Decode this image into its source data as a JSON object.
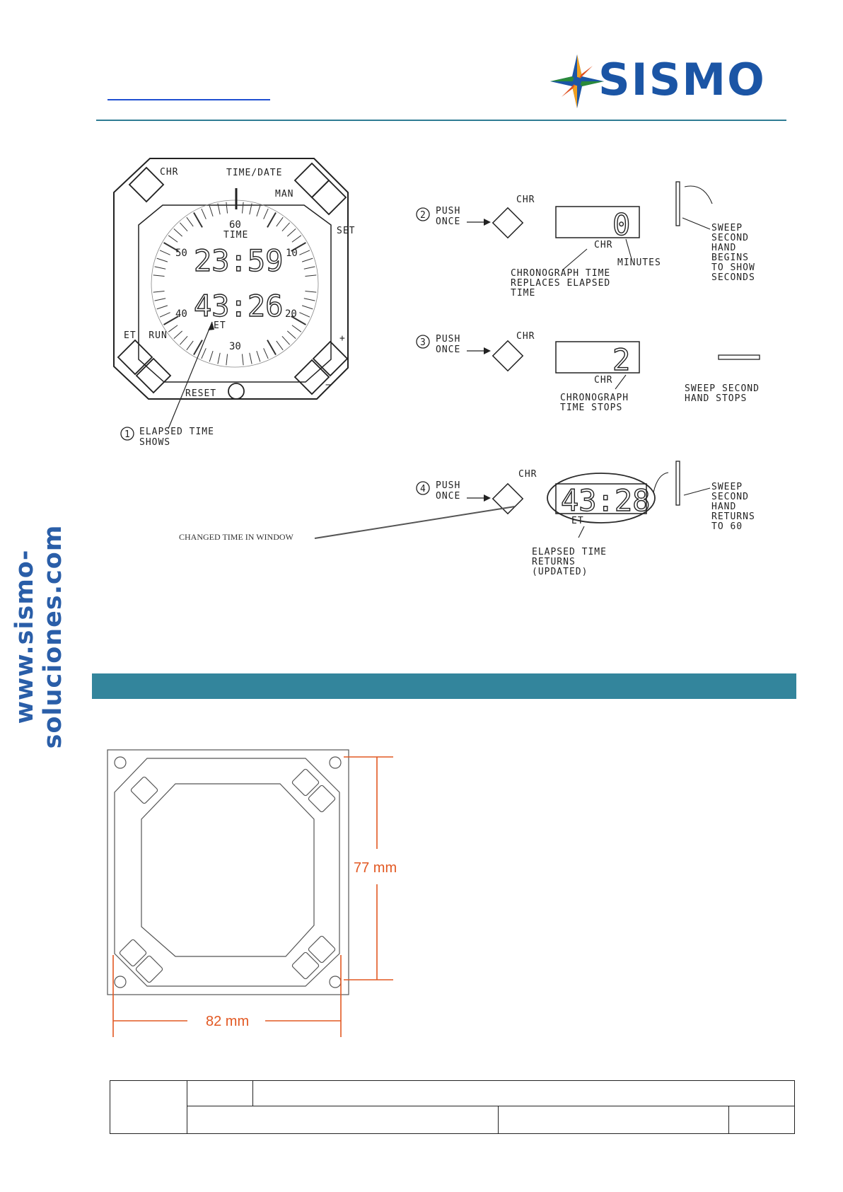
{
  "header": {
    "logo_text": "SISMO",
    "side_url": "www.sismo-soluciones.com"
  },
  "clock": {
    "btn_chr": "CHR",
    "btn_time_date": "TIME/DATE",
    "man": "MAN",
    "set": "SET",
    "et_run": "ET  RUN",
    "plus": "+",
    "minus": "−",
    "reset": "RESET",
    "dial_60": "60",
    "dial_10": "10",
    "dial_20": "20",
    "dial_30": "30",
    "dial_40": "40",
    "dial_50": "50",
    "time_label": "TIME",
    "time_digits": "23:59",
    "et_digits": "43:26",
    "et_label": "ET"
  },
  "step1": {
    "num": "1",
    "line1": "ELAPSED TIME",
    "line2": "SHOWS"
  },
  "step2": {
    "num": "2",
    "push": "PUSH",
    "once": "ONCE",
    "chr": "CHR",
    "digit": "0",
    "window_label": "CHR",
    "minutes": "MINUTES",
    "note": [
      "CHRONOGRAPH TIME",
      "REPLACES ELAPSED",
      "TIME"
    ],
    "sweep": [
      "SWEEP",
      "SECOND",
      "HAND",
      "BEGINS",
      "TO SHOW",
      "SECONDS"
    ]
  },
  "step3": {
    "num": "3",
    "push": "PUSH",
    "once": "ONCE",
    "chr": "CHR",
    "digit": "2",
    "window_label": "CHR",
    "note": [
      "CHRONOGRAPH",
      "TIME STOPS"
    ],
    "sweep": [
      "SWEEP SECOND",
      "HAND STOPS"
    ]
  },
  "step4": {
    "num": "4",
    "push": "PUSH",
    "once": "ONCE",
    "chr": "CHR",
    "digits": "43:28",
    "window_label": "ET",
    "changed_note": "CHANGED TIME IN WINDOW",
    "note": [
      "ELAPSED TIME",
      "RETURNS",
      "(UPDATED)"
    ],
    "sweep": [
      "SWEEP",
      "SECOND",
      "HAND",
      "RETURNS",
      "TO 60"
    ]
  },
  "dimensions": {
    "height": "77 mm",
    "width": "82 mm"
  },
  "footer": {
    "cells": [
      "",
      "",
      "",
      "",
      "",
      ""
    ]
  }
}
